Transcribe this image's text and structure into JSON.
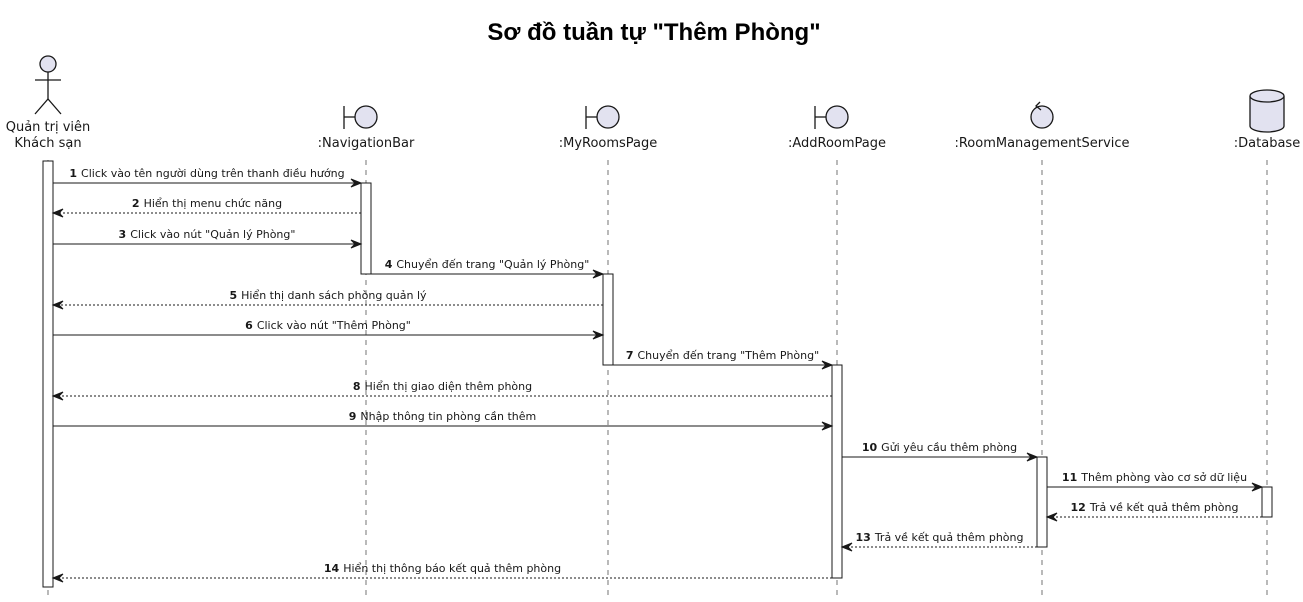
{
  "title": "Sơ đồ tuần tự \"Thêm Phòng\"",
  "colors": {
    "participant_fill": "#E2E2F0",
    "stroke": "#181818",
    "lifeline": "#181818",
    "background": "#FFFFFF"
  },
  "participants": [
    {
      "id": "admin",
      "type": "actor",
      "label_lines": [
        "Quản trị viên",
        "Khách sạn"
      ]
    },
    {
      "id": "nav",
      "type": "boundary",
      "label_lines": [
        ":NavigationBar"
      ]
    },
    {
      "id": "myrooms",
      "type": "boundary",
      "label_lines": [
        ":MyRoomsPage"
      ]
    },
    {
      "id": "addroom",
      "type": "boundary",
      "label_lines": [
        ":AddRoomPage"
      ]
    },
    {
      "id": "service",
      "type": "control",
      "label_lines": [
        ":RoomManagementService"
      ]
    },
    {
      "id": "db",
      "type": "database",
      "label_lines": [
        ":Database"
      ]
    }
  ],
  "messages": [
    {
      "num": "1",
      "text": "Click vào tên người dùng trên thanh điều hướng",
      "from": "admin",
      "to": "nav",
      "style": "sync"
    },
    {
      "num": "2",
      "text": "Hiển thị menu chức năng",
      "from": "nav",
      "to": "admin",
      "style": "return"
    },
    {
      "num": "3",
      "text": "Click vào nút \"Quản lý Phòng\"",
      "from": "admin",
      "to": "nav",
      "style": "sync"
    },
    {
      "num": "4",
      "text": "Chuyển đến trang \"Quản lý Phòng\"",
      "from": "nav",
      "to": "myrooms",
      "style": "sync"
    },
    {
      "num": "5",
      "text": "Hiển thị danh sách phòng quản lý",
      "from": "myrooms",
      "to": "admin",
      "style": "return"
    },
    {
      "num": "6",
      "text": "Click vào nút \"Thêm Phòng\"",
      "from": "admin",
      "to": "myrooms",
      "style": "sync"
    },
    {
      "num": "7",
      "text": "Chuyển đến trang \"Thêm Phòng\"",
      "from": "myrooms",
      "to": "addroom",
      "style": "sync"
    },
    {
      "num": "8",
      "text": "Hiển thị giao diện thêm phòng",
      "from": "addroom",
      "to": "admin",
      "style": "return"
    },
    {
      "num": "9",
      "text": "Nhập thông tin phòng cần thêm",
      "from": "admin",
      "to": "addroom",
      "style": "sync"
    },
    {
      "num": "10",
      "text": "Gửi yêu cầu thêm phòng",
      "from": "addroom",
      "to": "service",
      "style": "sync"
    },
    {
      "num": "11",
      "text": "Thêm phòng vào cơ sở dữ liệu",
      "from": "service",
      "to": "db",
      "style": "sync"
    },
    {
      "num": "12",
      "text": "Trả về kết quả thêm phòng",
      "from": "db",
      "to": "service",
      "style": "return"
    },
    {
      "num": "13",
      "text": "Trả về kết quả thêm phòng",
      "from": "service",
      "to": "addroom",
      "style": "return"
    },
    {
      "num": "14",
      "text": "Hiển thị thông báo kết quả thêm phòng",
      "from": "addroom",
      "to": "admin",
      "style": "return"
    }
  ]
}
